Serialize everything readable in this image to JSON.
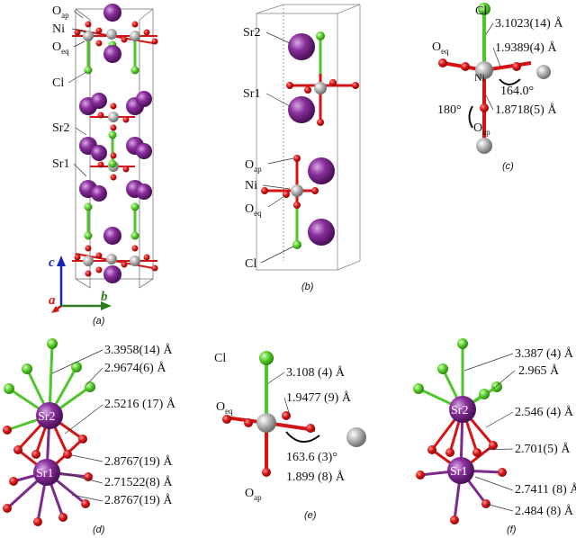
{
  "atoms": {
    "o_ap": "O",
    "o_ap_sub": "ap",
    "o_eq": "O",
    "o_eq_sub": "eq",
    "ni": "Ni",
    "cl": "Cl",
    "sr1": "Sr1",
    "sr2": "Sr2"
  },
  "axes": {
    "a": "a",
    "b": "b",
    "c": "c"
  },
  "captions": {
    "a": "(a)",
    "b": "(b)",
    "c": "(c)",
    "d": "(d)",
    "e": "(e)",
    "f": "(f)"
  },
  "panel_c": {
    "ni_cl": "3.1023(14) Å",
    "ni_oeq": "1.9389(4) Å",
    "angle_eq": "164.0°",
    "angle_ap": "180°",
    "ni_oap": "1.8718(5) Å"
  },
  "panel_d": {
    "d1": "3.3958(14) Å",
    "d2": "2.9674(6) Å",
    "d3": "2.5216 (17) Å",
    "d4": "2.8767(19) Å",
    "d5": "2.71522(8) Å",
    "d6": "2.8767(19) Å"
  },
  "panel_e": {
    "ni_cl": "3.108 (4) Å",
    "ni_oeq": "1.9477 (9) Å",
    "angle": "163.6 (3)°",
    "ni_oap": "1.899 (8) Å"
  },
  "panel_f": {
    "d1": "3.387 (4) Å",
    "d2": "2.965 Å",
    "d3": "2.546 (4) Å",
    "d4": "2.701(5) Å",
    "d5": "2.7411 (8) Å",
    "d6": "2.484 (8) Å"
  },
  "colors": {
    "sr": "#7b2a8c",
    "ni": "#a9a9a9",
    "o": "#d41414",
    "cl": "#4fc72c",
    "axis_a": "#d41414",
    "axis_b": "#2e7d1e",
    "axis_c": "#1428b4"
  }
}
